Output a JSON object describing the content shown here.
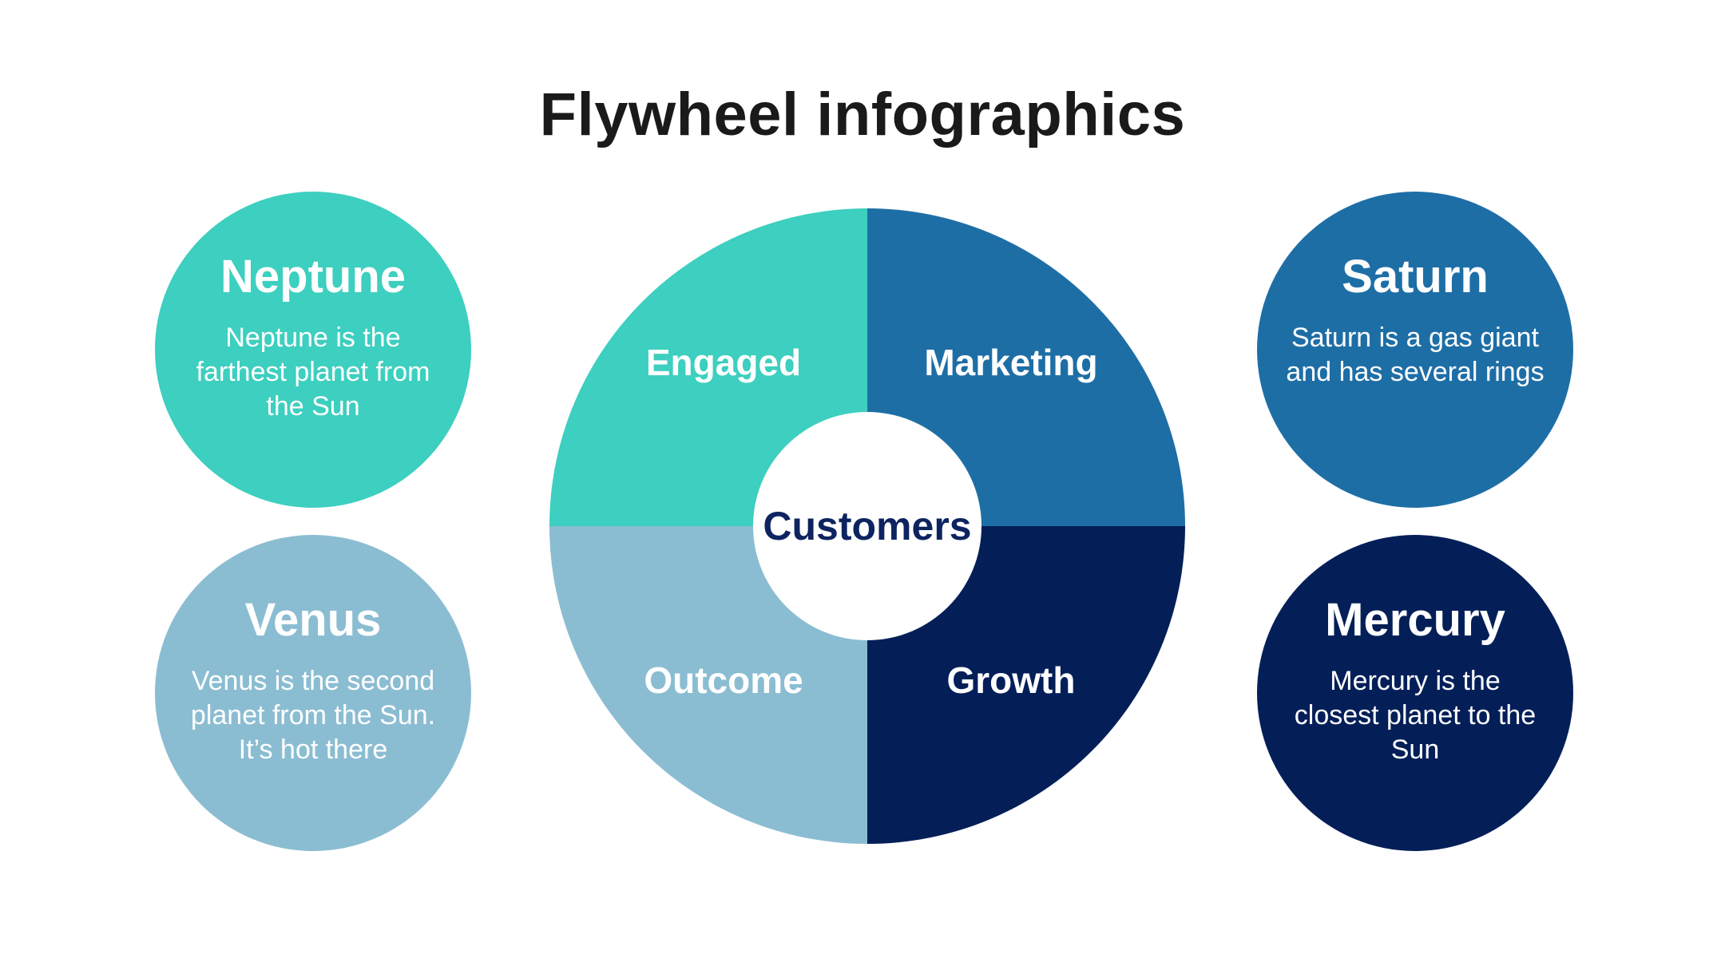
{
  "title": "Flywheel infographics",
  "colors": {
    "teal": "#3dcfbf",
    "light_blue": "#8bbdd2",
    "mid_blue": "#1e6ea6",
    "navy": "#041f58",
    "hub_text": "#0d2460"
  },
  "flywheel": {
    "center": "Customers",
    "quadrants": {
      "engaged": "Engaged",
      "marketing": "Marketing",
      "outcome": "Outcome",
      "growth": "Growth"
    }
  },
  "planets": {
    "neptune": {
      "name": "Neptune",
      "description": "Neptune is the farthest planet from the Sun"
    },
    "venus": {
      "name": "Venus",
      "description": "Venus is the second planet from the Sun. It’s hot there"
    },
    "saturn": {
      "name": "Saturn",
      "description": "Saturn is a gas giant and has several rings"
    },
    "mercury": {
      "name": "Mercury",
      "description": "Mercury is the closest planet to the Sun"
    }
  }
}
